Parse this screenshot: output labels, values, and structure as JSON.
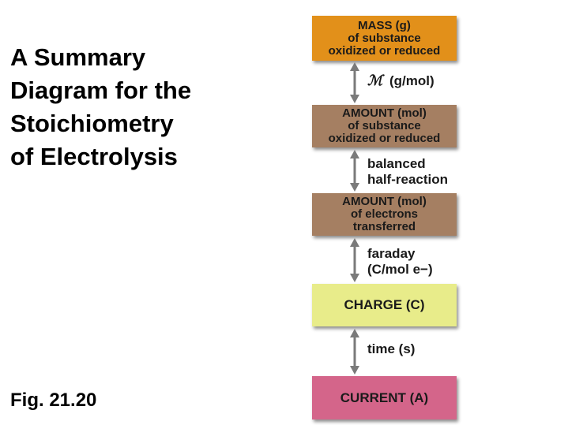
{
  "title_lines": [
    "A Summary",
    "Diagram for the",
    "Stoichiometry",
    "of Electrolysis"
  ],
  "figure_label": "Fig. 21.20",
  "boxes": {
    "mass": [
      "MASS (g)",
      "of substance",
      "oxidized or reduced"
    ],
    "amount_substance": [
      "AMOUNT (mol)",
      "of substance",
      "oxidized or reduced"
    ],
    "amount_electrons": [
      "AMOUNT (mol)",
      "of electrons",
      "transferred"
    ],
    "charge": "CHARGE (C)",
    "current": "CURRENT (A)"
  },
  "connectors": {
    "molar_mass_symbol": "ℳ",
    "molar_mass_unit": "(g/mol)",
    "half_reaction": [
      "balanced",
      "half-reaction"
    ],
    "faraday": [
      "faraday",
      "(C/mol e−)"
    ],
    "time": "time (s)"
  },
  "colors": {
    "mass_box": "#e2901a",
    "amount_box": "#a57f62",
    "charge_box": "#e8ec8a",
    "current_box": "#d4658a",
    "arrow": "#7a7a7a"
  }
}
